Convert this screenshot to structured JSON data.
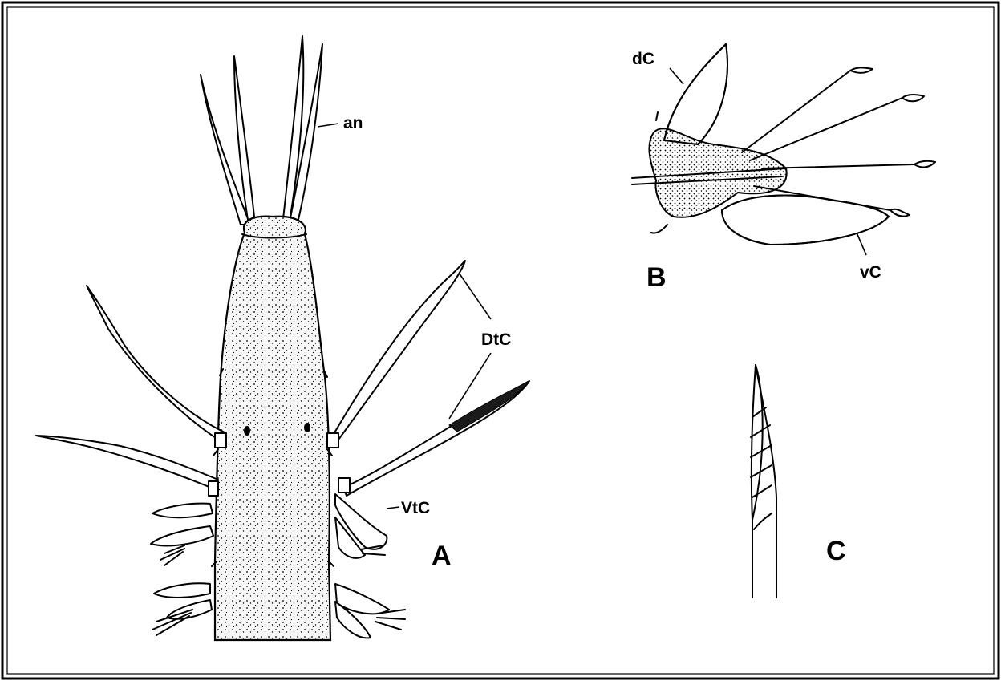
{
  "figure": {
    "panels": [
      {
        "id": "A",
        "label": "A",
        "annotations": [
          "an",
          "DtC",
          "VtC"
        ]
      },
      {
        "id": "B",
        "label": "B",
        "annotations": [
          "dC",
          "vC"
        ]
      },
      {
        "id": "C",
        "label": "C",
        "annotations": []
      }
    ],
    "labels": {
      "panel_a": "A",
      "panel_b": "B",
      "panel_c": "C",
      "an": "an",
      "dtc": "DtC",
      "vtc": "VtC",
      "dc": "dC",
      "vc": "vC"
    },
    "colors": {
      "ink": "#000000",
      "paper": "#ffffff"
    }
  }
}
